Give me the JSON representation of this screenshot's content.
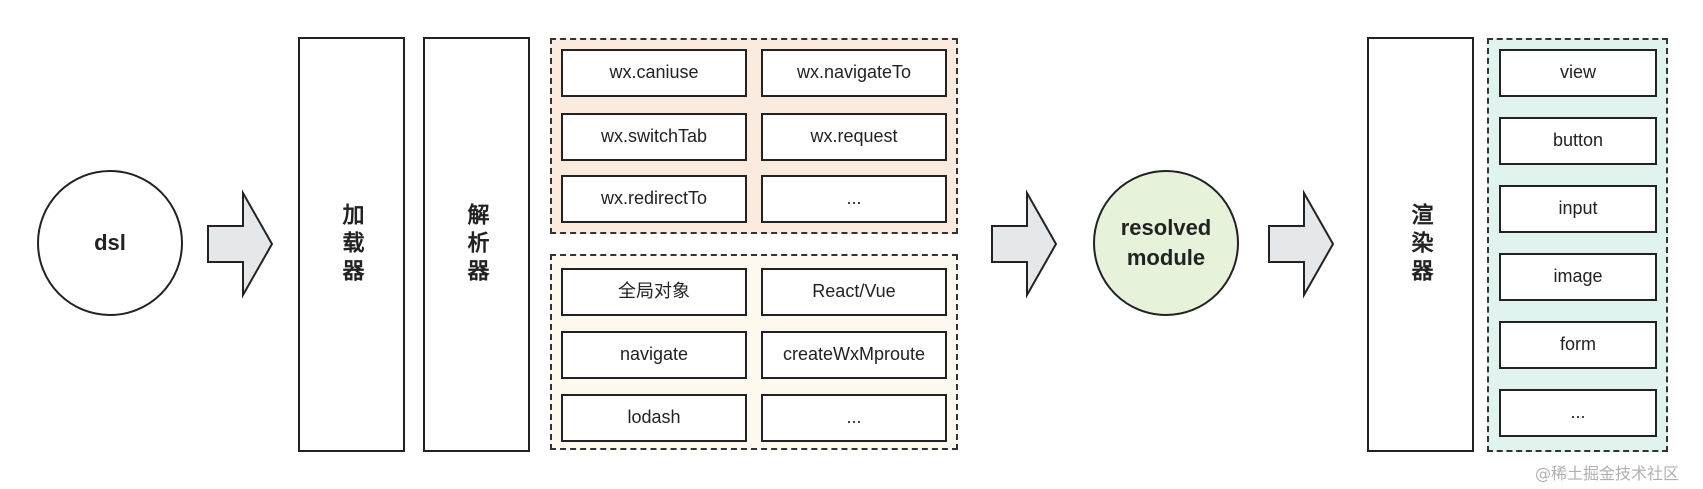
{
  "input_node": {
    "label": "dsl"
  },
  "loader": {
    "label": "加载器"
  },
  "parser": {
    "label": "解析器"
  },
  "wx_api_group": {
    "items": [
      "wx.caniuse",
      "wx.navigateTo",
      "wx.switchTab",
      "wx.request",
      "wx.redirectTo",
      "..."
    ]
  },
  "runtime_group": {
    "items": [
      "全局对象",
      "React/Vue",
      "navigate",
      "createWxMproute",
      "lodash",
      "..."
    ]
  },
  "resolved_node": {
    "label": "resolved\nmodule"
  },
  "renderer": {
    "label": "渲染器"
  },
  "component_group": {
    "items": [
      "view",
      "button",
      "input",
      "image",
      "form",
      "..."
    ]
  },
  "watermark": {
    "text": "@稀土掘金技术社区"
  },
  "colors": {
    "wx_group_fill": "#fbebde",
    "runtime_group_fill": "#fdf9ef",
    "component_group_fill": "#e1f3ef",
    "resolved_fill": "#e6f2d9",
    "arrow_fill": "#e5e8eb"
  }
}
